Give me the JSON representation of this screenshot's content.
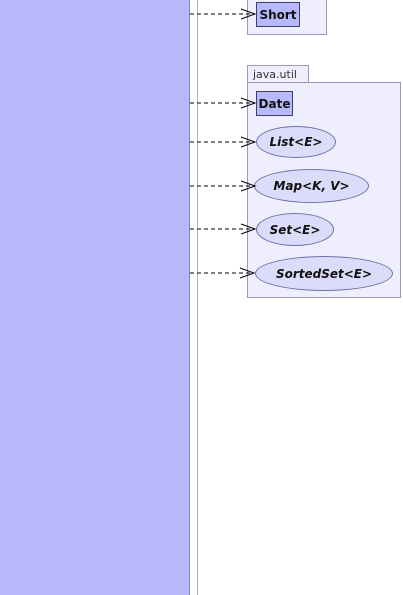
{
  "diagram": {
    "packages": [
      {
        "name": ""
      },
      {
        "name": "java.util"
      }
    ],
    "classes": [
      {
        "name": "Short"
      },
      {
        "name": "Date"
      }
    ],
    "interfaces": [
      {
        "name": "List<E>"
      },
      {
        "name": "Map<K, V>"
      },
      {
        "name": "Set<E>"
      },
      {
        "name": "SortedSet<E>"
      }
    ]
  }
}
